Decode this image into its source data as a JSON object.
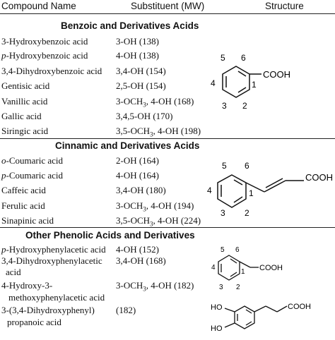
{
  "header": {
    "col_compound": "Compound Name",
    "col_substituent": "Substituent (MW)",
    "col_structure": "Structure"
  },
  "sections": [
    {
      "title": "Benzoic and Derivatives Acids",
      "rows": [
        {
          "name": "3-Hydroxybenzoic acid",
          "sub": "3-OH (138)"
        },
        {
          "name": "p-Hydroxybenzoic acid",
          "name_prefix": "p",
          "name_rest": "-Hydroxybenzoic acid",
          "sub": "4-OH (138)"
        },
        {
          "name": "3,4-Dihydroxybenzoic acid",
          "sub": "3,4-OH (154)"
        },
        {
          "name": "Gentisic acid",
          "sub": "2,5-OH (154)"
        },
        {
          "name": "Vanillic acid",
          "sub": "3-OCH3, 4-OH (168)"
        },
        {
          "name": "Gallic acid",
          "sub": "3,4,5-OH (170)"
        },
        {
          "name": "Siringic acid",
          "sub": "3,5-OCH3, 4-OH (198)"
        }
      ]
    },
    {
      "title": "Cinnamic and Derivatives Acids",
      "rows": [
        {
          "name": "o-Coumaric acid",
          "name_prefix": "o",
          "name_rest": "-Coumaric acid",
          "sub": "2-OH (164)"
        },
        {
          "name": "p-Coumaric acid",
          "name_prefix": "p",
          "name_rest": "-Coumaric acid",
          "sub": "4-OH (164)"
        },
        {
          "name": "Caffeic acid",
          "sub": "3,4-OH (180)"
        },
        {
          "name": "Ferulic acid",
          "sub": "3-OCH3, 4-OH (194)"
        },
        {
          "name": "Sinapinic acid",
          "sub": "3,5-OCH3, 4-OH (224)"
        }
      ]
    },
    {
      "title": "Other Phenolic Acids and Derivatives",
      "rows": [
        {
          "name": "p-Hydroxyphenylacetic acid",
          "name_prefix": "p",
          "name_rest": "-Hydroxyphenylacetic acid",
          "sub": "4-OH (152)"
        },
        {
          "name": "3,4-Dihydroxyphenylacetic acid",
          "sub": "3,4-OH (168)"
        },
        {
          "name": "4-Hydroxy-3-methoxyphenylacetic acid",
          "sub": "3-OCH3, 4-OH (182)"
        },
        {
          "name": "3-(3,4-Dihydroxyphenyl) propanoic acid",
          "sub": "(182)"
        }
      ]
    }
  ],
  "wrapped_names": {
    "dihydroxyphenylacetic_l1": "3,4-Dihydroxyphenylacetic",
    "dihydroxyphenylacetic_l2": "acid",
    "hmpa_l1": "4-Hydroxy-3-",
    "hmpa_l2": "methoxyphenylacetic acid",
    "dhpp_l1": "3-(3,4-Dihydroxyphenyl)",
    "dhpp_l2": "propanoic acid"
  },
  "sub_parts": {
    "och3_a": "3-OCH",
    "och3_a_tail": ", 4-OH (168)",
    "och3_b": "3,5-OCH",
    "och3_b_tail": ", 4-OH (198)",
    "och3_c": "3-OCH",
    "och3_c_tail": ", 4-OH (194)",
    "och3_d": "3,5-OCH",
    "och3_d_tail": ", 4-OH (224)",
    "och3_e": "3-OCH",
    "och3_e_tail": ", 4-OH (182)",
    "subscript": "3"
  },
  "structures": {
    "benzoic": {
      "group": "COOH",
      "positions": [
        "5",
        "6",
        "1",
        "2",
        "3",
        "4"
      ]
    },
    "cinnamic": {
      "group": "COOH",
      "positions": [
        "5",
        "6",
        "1",
        "2",
        "3",
        "4"
      ]
    },
    "phenylacetic": {
      "group": "COOH",
      "positions": [
        "5",
        "6",
        "1",
        "2",
        "3",
        "4"
      ]
    },
    "propanoic": {
      "group": "COOH",
      "ho1": "HO",
      "ho2": "HO"
    }
  }
}
